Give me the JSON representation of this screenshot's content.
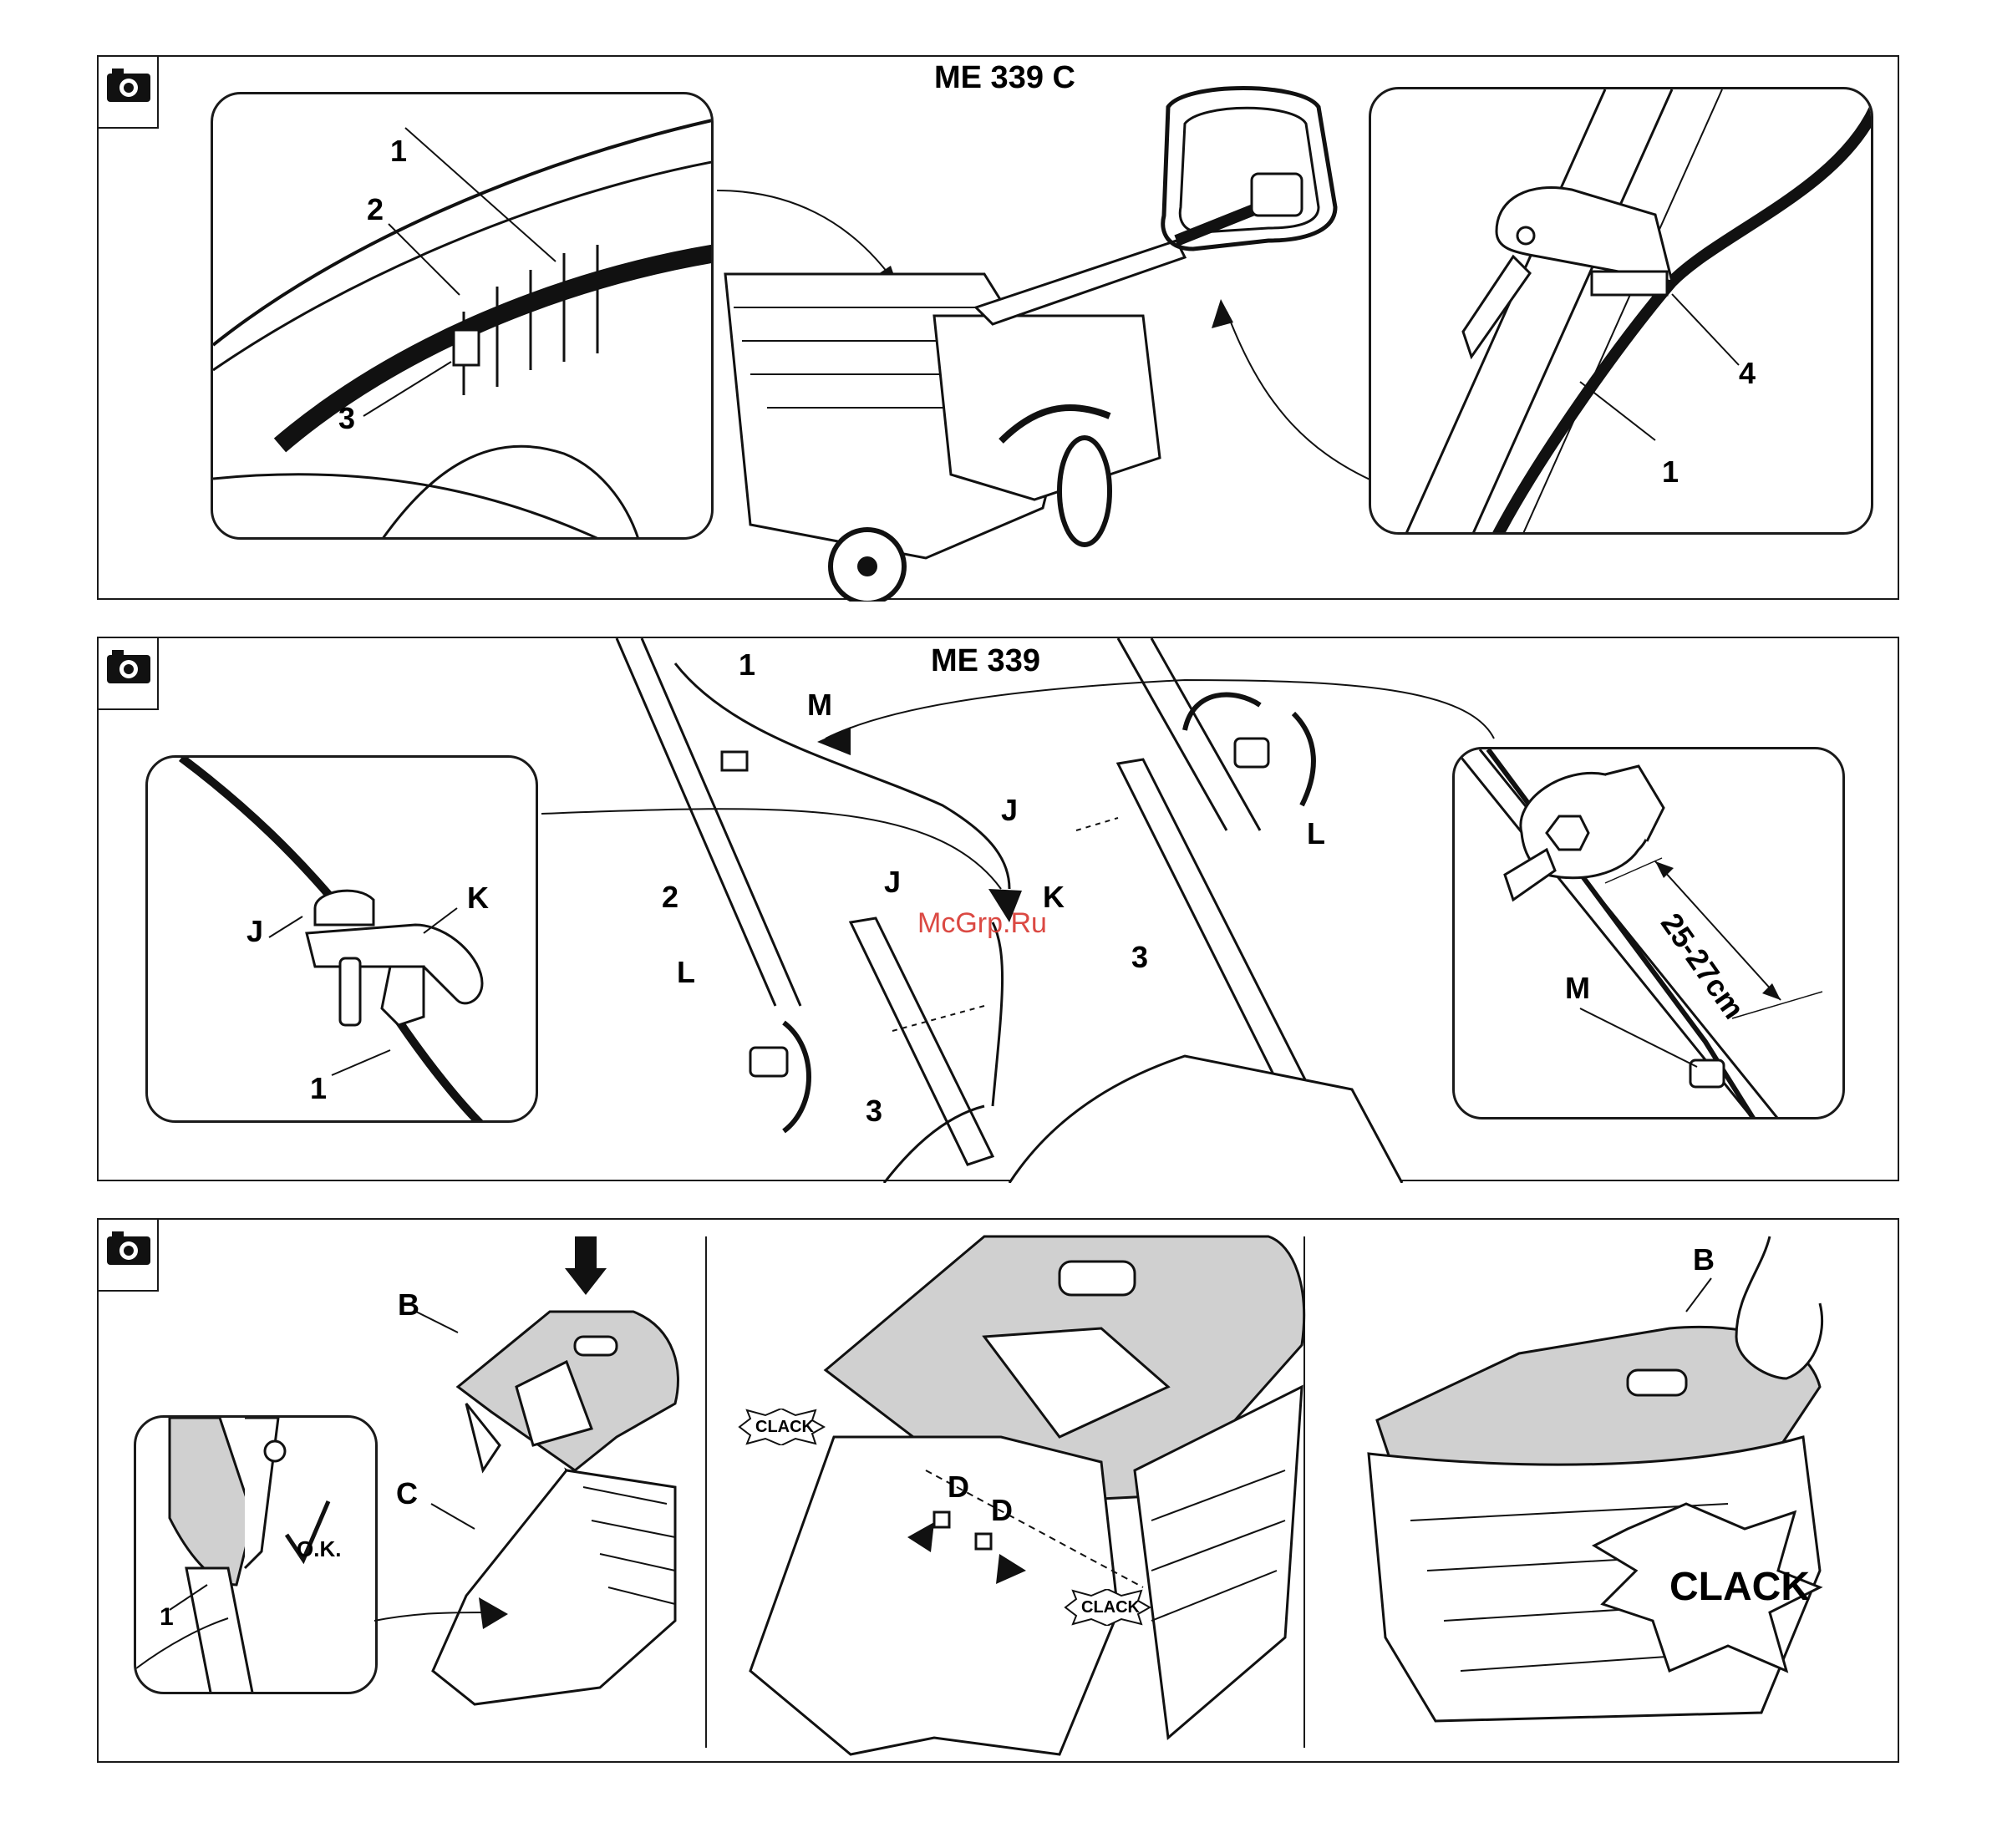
{
  "panel1": {
    "title": "ME 339 C",
    "labels": {
      "l1_left": "1",
      "l2_left": "2",
      "l3_left": "3",
      "l4_right": "4",
      "l1_right": "1"
    }
  },
  "panel2": {
    "title": "ME 339",
    "labels": {
      "top_1": "1",
      "top_M": "M",
      "L_right": "L",
      "J_upper": "J",
      "J_mid": "J",
      "K_mid": "K",
      "two": "2",
      "three_right": "3",
      "L_left": "L",
      "three_left": "3",
      "inset_J": "J",
      "inset_K": "K",
      "inset_1": "1",
      "measure": "25-27cm",
      "inset_M": "M"
    },
    "watermark": "McGrp.Ru"
  },
  "panel3": {
    "labels": {
      "B_left": "B",
      "C_left": "C",
      "ok": "O.K.",
      "one": "1",
      "D_first": "D",
      "D_second": "D",
      "clack_small_1": "CLACK",
      "clack_small_2": "CLACK",
      "B_right": "B",
      "clack_big": "CLACK"
    }
  },
  "icons": [
    "camera-icon"
  ]
}
